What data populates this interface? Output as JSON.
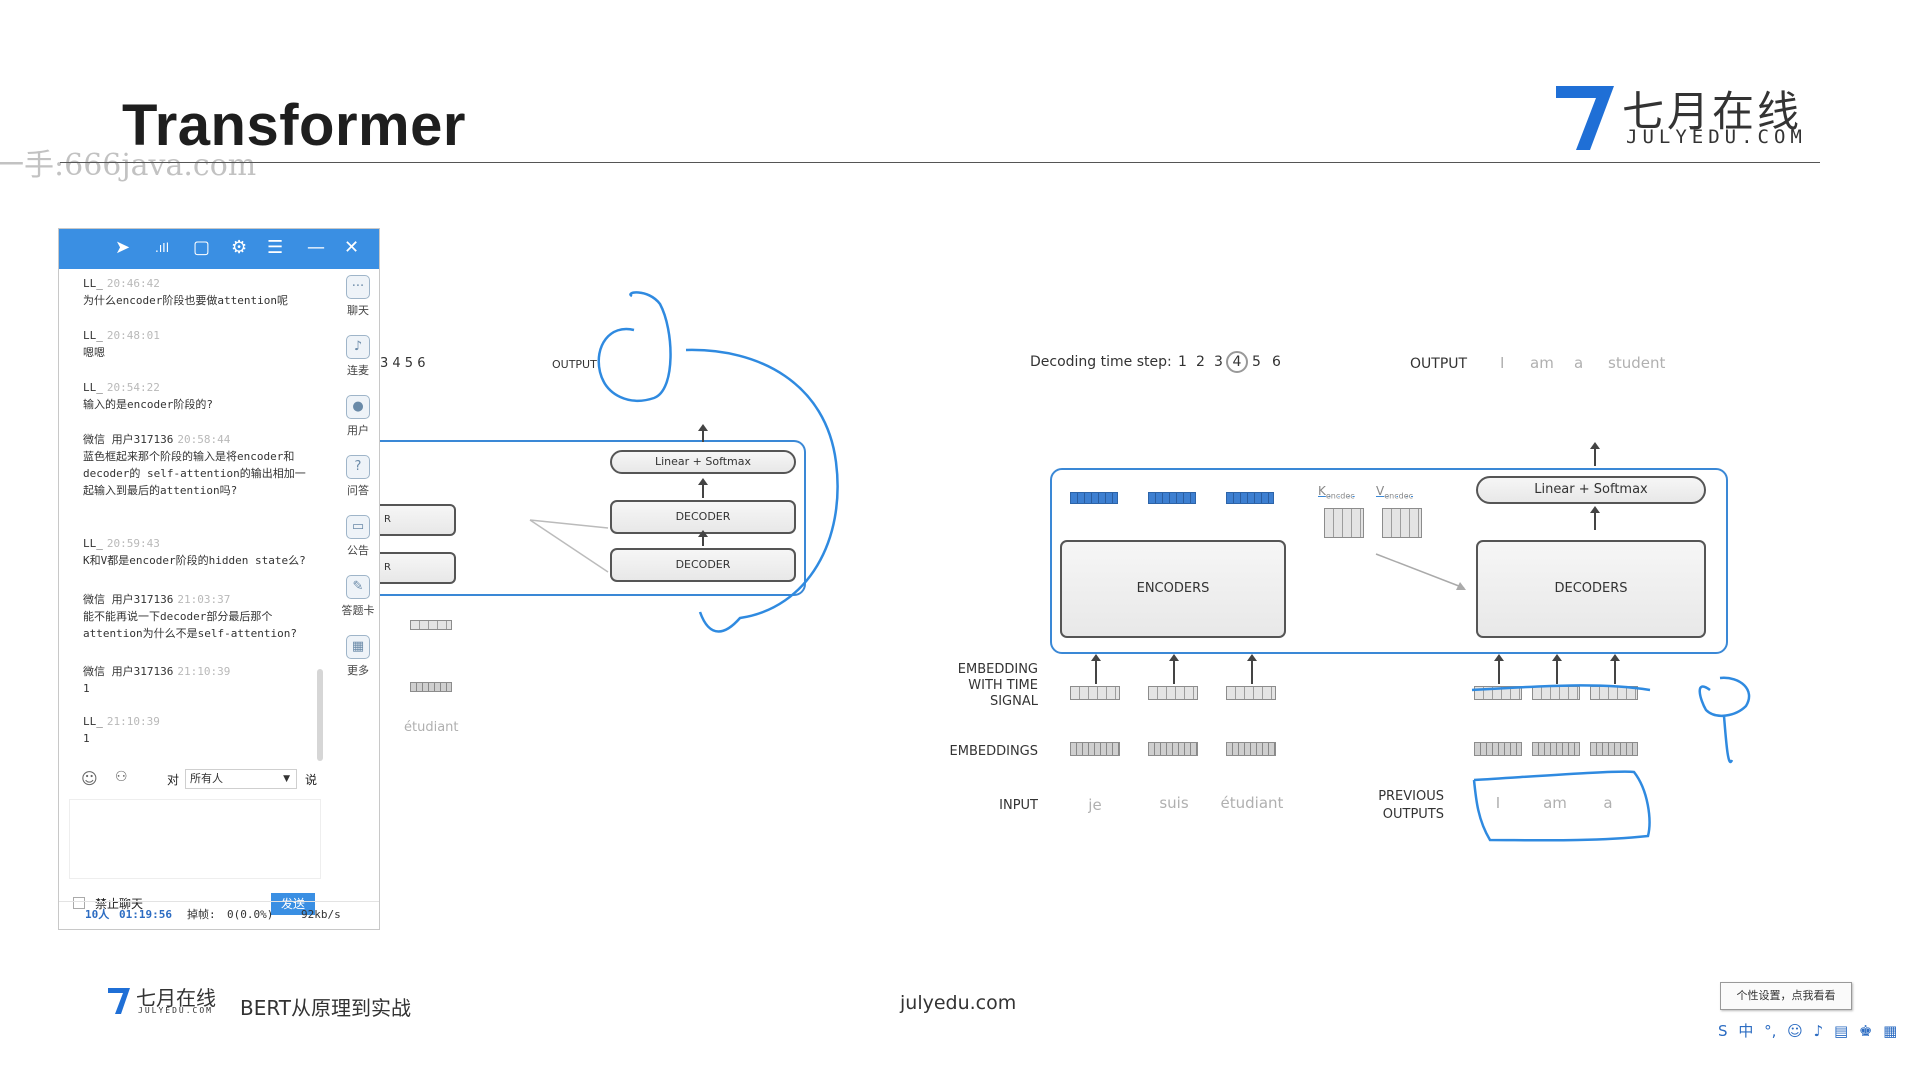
{
  "slide": {
    "title": "Transformer",
    "watermark": "一手:666java.com"
  },
  "brand": {
    "name_cn": "七月在线",
    "name_en": "JULYEDU.COM",
    "course": "BERT从原理到实战",
    "url": "julyedu.com",
    "color": "#1f6fd6"
  },
  "chat": {
    "toolbar_icons": [
      "cursor-icon",
      "signal-icon",
      "screen-icon",
      "gear-icon",
      "menu-icon",
      "minimize-icon",
      "close-icon"
    ],
    "messages": [
      {
        "user": "LL_",
        "time": "20:46:42",
        "text": "为什么encoder阶段也要做attention呢"
      },
      {
        "user": "LL_",
        "time": "20:48:01",
        "text": "嗯嗯"
      },
      {
        "user": "LL_",
        "time": "20:54:22",
        "text": "输入的是encoder阶段的?"
      },
      {
        "user": "微信  用户317136",
        "time": "20:58:44",
        "text": "蓝色框起来那个阶段的输入是将encoder和decoder的  self-attention的输出相加一起输入到最后的attention吗?"
      },
      {
        "user": "LL_",
        "time": "20:59:43",
        "text": "K和V都是encoder阶段的hidden  state么?"
      },
      {
        "user": "微信  用户317136",
        "time": "21:03:37",
        "text": "能不能再说一下decoder部分最后那个attention为什么不是self-attention?"
      },
      {
        "user": "微信  用户317136",
        "time": "21:10:39",
        "text": "1"
      },
      {
        "user": "LL_",
        "time": "21:10:39",
        "text": "1"
      }
    ],
    "side_tabs": [
      "聊天",
      "连麦",
      "用户",
      "问答",
      "公告",
      "答题卡",
      "更多"
    ],
    "to_label": "对",
    "target": "所有人",
    "say_label": "说",
    "mute_label": "禁止聊天",
    "send_label": "发送",
    "status": {
      "users": "10人",
      "duration": "01:19:56",
      "dropped_label": "掉帧:",
      "dropped": "0(0.0%)",
      "bitrate": "92kb/s"
    }
  },
  "diagram_left": {
    "steps_text": "3 4 5 6",
    "output_label": "OUTPUT",
    "linear_softmax": "Linear + Softmax",
    "decoder_label": "DECODER",
    "enc_partial_label": "R",
    "input_word": "étudiant"
  },
  "diagram_right": {
    "steps_label": "Decoding time step:",
    "steps": [
      "1",
      "2",
      "3",
      "4",
      "5",
      "6"
    ],
    "current_step": "4",
    "output_label": "OUTPUT",
    "output_words": [
      "I",
      "am",
      "a",
      "student"
    ],
    "linear_softmax": "Linear + Softmax",
    "encoders_label": "ENCODERS",
    "decoders_label": "DECODERS",
    "k_label": "K",
    "k_sub": "encdec",
    "v_label": "V",
    "v_sub": "encdec",
    "embedding_time_label": "EMBEDDING\nWITH TIME\nSIGNAL",
    "embeddings_label": "EMBEDDINGS",
    "input_label": "INPUT",
    "input_words": [
      "je",
      "suis",
      "étudiant"
    ],
    "previous_outputs_label": "PREVIOUS\nOUTPUTS",
    "previous_outputs": [
      "I",
      "am",
      "a"
    ]
  },
  "ime": {
    "tip": "个性设置，点我看看",
    "lang": "中"
  }
}
